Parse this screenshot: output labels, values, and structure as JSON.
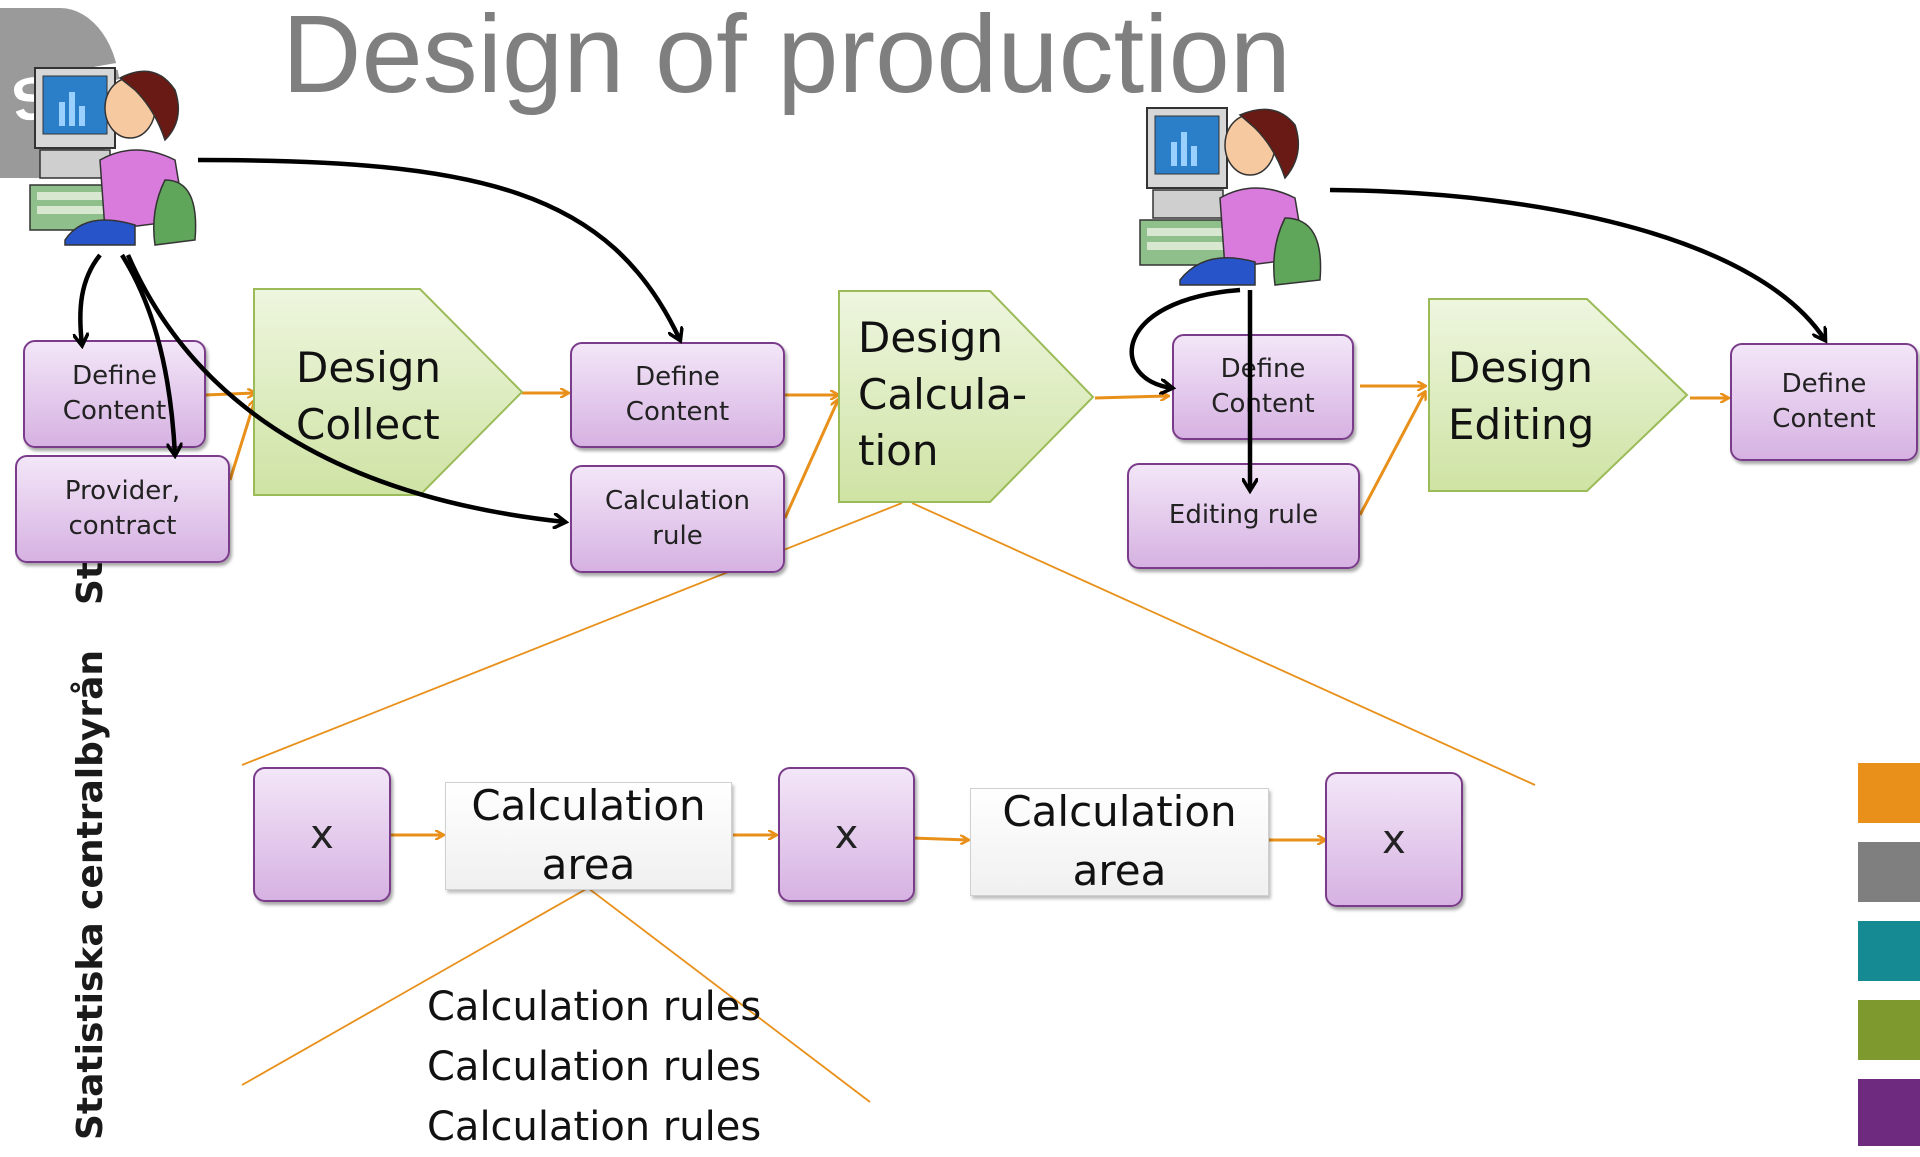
{
  "title": "Design of production",
  "vertical_label": "Statistiska centralbyrån",
  "vertical_label_top": "St     den",
  "logo_text": "SCB",
  "boxes": {
    "define_content_1": "Define\nContent",
    "provider_contract": "Provider,\ncontract",
    "define_content_2": "Define\nContent",
    "calculation_rule": "Calculation\nrule",
    "define_content_3": "Define\nContent",
    "editing_rule": "Editing rule",
    "define_content_4": "Define\nContent"
  },
  "arrows": {
    "design_collect": "Design\nCollect",
    "design_calculation": "Design\nCalcula-\ntion",
    "design_editing": "Design\nEditing"
  },
  "detail": {
    "x_label": "x",
    "calc_area_1": "Calculation\narea",
    "calc_area_2": "Calculation\narea",
    "rules": [
      "Calculation rules",
      "Calculation rules",
      "Calculation rules"
    ]
  },
  "colors": {
    "accent_orange": "#e8901a",
    "grey": "#7f7f7f",
    "teal": "#158a93",
    "olive": "#7e9a2e",
    "purple": "#6e2a7e",
    "box_border": "#7a3c8a",
    "arrow_fill": "#d7e8b4"
  },
  "icons": [
    "computer-user-icon",
    "computer-user-icon"
  ]
}
